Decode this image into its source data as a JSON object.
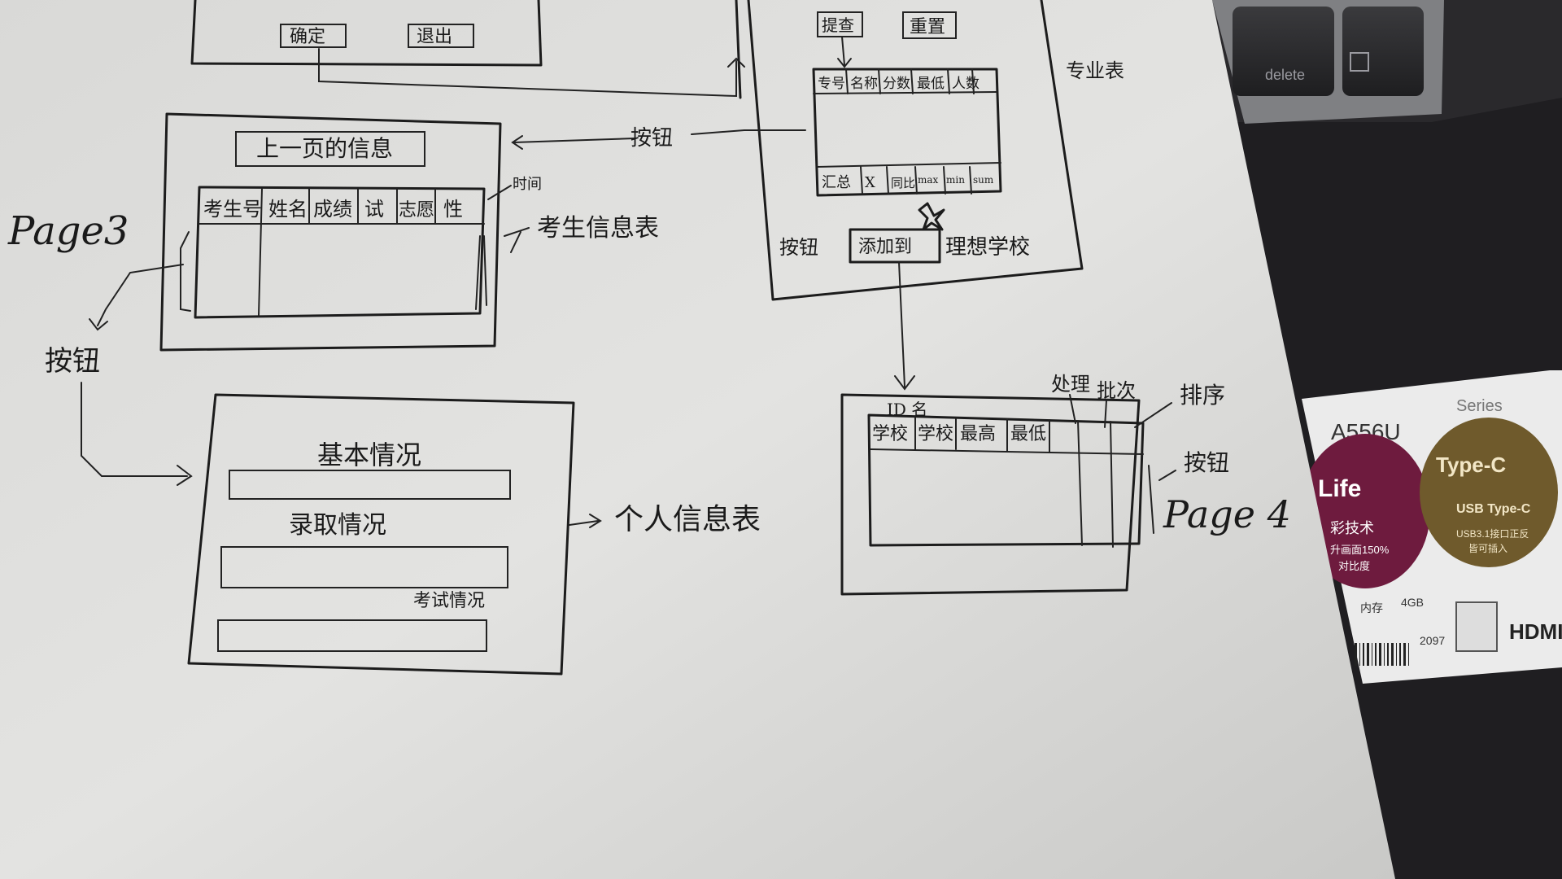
{
  "paper": {
    "top_dialog": {
      "confirm_btn": "确定",
      "exit_btn": "退出"
    },
    "top_right_panel": {
      "btn_query": "提查",
      "btn_reset": "重置",
      "table_name": "专业表",
      "header_cols": [
        "专号",
        "名称",
        "分数",
        "最低",
        "人数"
      ],
      "footer_cols": [
        "汇总",
        "X",
        "同比",
        "max",
        "min",
        "sum"
      ],
      "bottom_label_left": "按钮",
      "bottom_button": "添加到",
      "bottom_label_right": "理想学校"
    },
    "page3": {
      "page_label": "Page3",
      "box_title": "上一页的信息",
      "side_label": "时间",
      "header_cols": [
        "考生号",
        "姓名",
        "成绩",
        "试",
        "志愿",
        "性"
      ],
      "table_name": "考生信息表",
      "arrow_label": "按钮",
      "left_button_label": "按钮"
    },
    "detail": {
      "section1": "基本情况",
      "section2": "录取情况",
      "section3": "考试情况",
      "table_name": "个人信息表"
    },
    "page4": {
      "id_label": "ID 名",
      "header_cols": [
        "学校",
        "学校",
        "最高",
        "最低"
      ],
      "annot1": "处理",
      "annot2": "批次",
      "annot3": "排序",
      "button_label": "按钮",
      "page_label": "Page 4"
    }
  },
  "keyboard": {
    "delete_key": "delete"
  },
  "sticker": {
    "model": "A556U",
    "series": "Series",
    "life_badge": "Life",
    "life_line1": "彩技术",
    "life_line2": "升画面150%",
    "life_line3": "对比度",
    "typec_title": "Type-C",
    "typec_sub": "USB Type-C",
    "typec_line1": "USB3.1接口正反",
    "typec_line2": "皆可插入",
    "memory_label": "内存",
    "memory_value": "4GB",
    "serial": "2097",
    "hdmi": "HDMI"
  }
}
